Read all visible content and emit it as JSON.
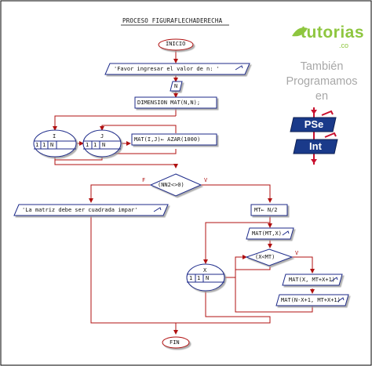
{
  "title": "PROCESO FIGURAFLECHADERECHA",
  "nodes": {
    "start": "INICIO",
    "prompt": "'Favor ingresar el valor de n: '",
    "read_n": "N",
    "dimension": "DIMENSION MAT(N,N);",
    "loop_i": {
      "var": "I",
      "from": "1",
      "step": "1",
      "to": "N"
    },
    "loop_j": {
      "var": "J",
      "from": "1",
      "step": "1",
      "to": "N"
    },
    "assign_random": "MAT(I,J)← AZAR(1000)",
    "condition_parity": "(NN2<>0)",
    "false_label": "F",
    "true_label": "V",
    "error_message": "'La matriz debe ser cuadrada impar'",
    "assign_mt": "MT← N/2",
    "output_mt": "MAT(MT,X)",
    "loop_x": {
      "var": "X",
      "from": "1",
      "step": "1",
      "to": "N"
    },
    "condition_x": "(X<MT)",
    "condition_x_true": "V",
    "output_1": "MAT(X, MT+X+1)",
    "output_2": "MAT(N-X+1, MT+X+1)",
    "end": "FIN"
  },
  "branding": {
    "logo_text": "tutorias",
    "logo_suffix": ".co",
    "tagline_1": "También",
    "tagline_2": "Programamos",
    "tagline_3": "en",
    "badge_1": "PSe",
    "badge_2": "Int",
    "accent": "#8ec63f",
    "badge_color": "#1a3a8a",
    "arrow_red": "#c8102e",
    "flow_color": "#b01010"
  }
}
